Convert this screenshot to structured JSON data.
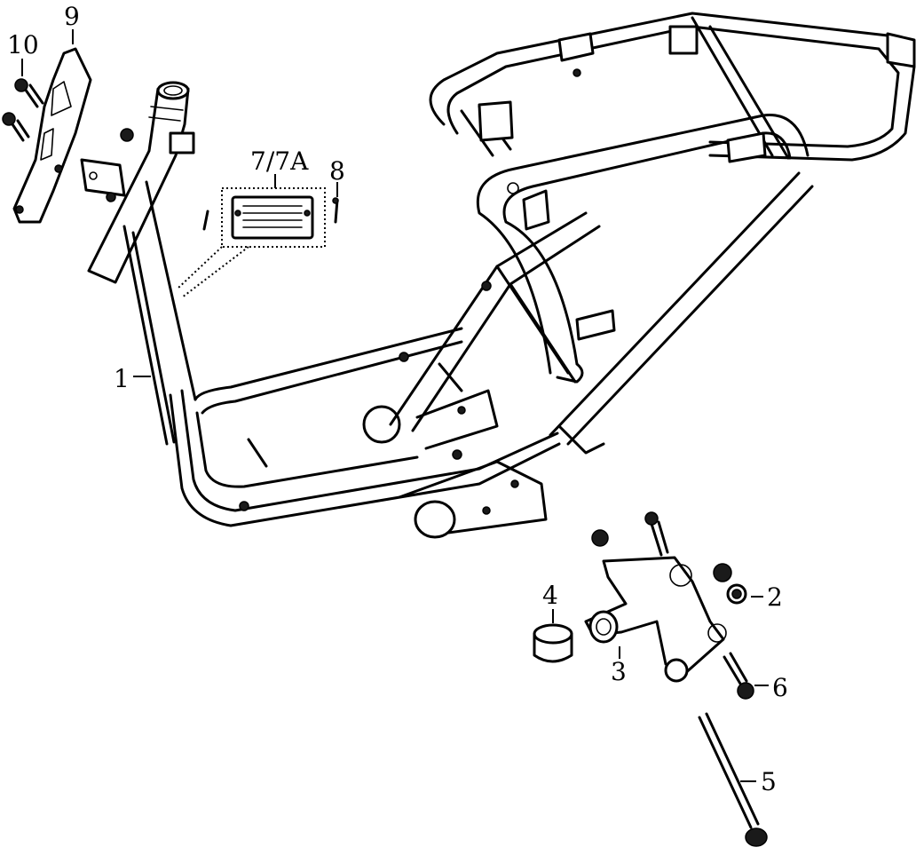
{
  "callouts": [
    {
      "id": "c1",
      "text": "1"
    },
    {
      "id": "c2",
      "text": "2"
    },
    {
      "id": "c3",
      "text": "3"
    },
    {
      "id": "c4",
      "text": "4"
    },
    {
      "id": "c5",
      "text": "5"
    },
    {
      "id": "c6",
      "text": "6"
    },
    {
      "id": "c7",
      "text": "7/7A"
    },
    {
      "id": "c8",
      "text": "8"
    },
    {
      "id": "c9",
      "text": "9"
    },
    {
      "id": "c10",
      "text": "10"
    }
  ]
}
